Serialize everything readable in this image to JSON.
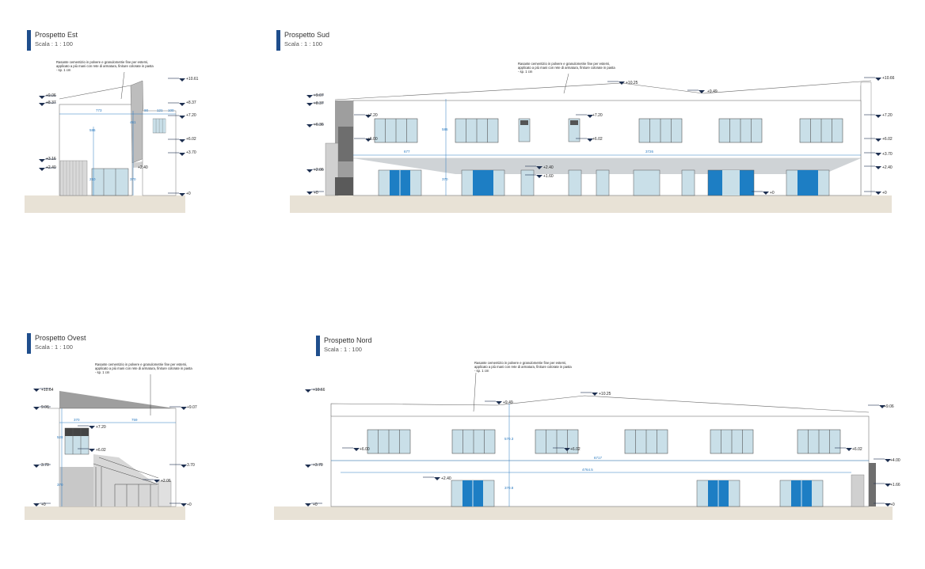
{
  "elevations": {
    "est": {
      "title": "Prospetto Est",
      "scale": "Scala :  1 : 100"
    },
    "sud": {
      "title": "Prospetto Sud",
      "scale": "Scala :  1 : 100"
    },
    "ovest": {
      "title": "Prospetto Ovest",
      "scale": "Scala :  1 : 100"
    },
    "nord": {
      "title": "Prospetto Nord",
      "scale": "Scala :  1 : 100"
    }
  },
  "finish_note": {
    "line1": "Rasante cementizio in polvere e granulometrie fine per esterni,",
    "line2": "applicato a più mani con rete di armatura, finiture colorate in pasta",
    "line3": "- sp. 1 cm"
  },
  "est_levels": {
    "l1": "+9.06",
    "l2": "+8.37",
    "l3": "+10.61",
    "l4": "+8.37",
    "l5": "+7.20",
    "l6": "+6.02",
    "l7": "+3.70",
    "l8": "+3.16",
    "l9": "+2.40",
    "l10": "+2.40",
    "l11": "+0"
  },
  "est_dims": {
    "d1": "773",
    "d2": "90",
    "d3": "121",
    "d4": "100",
    "d5": "586",
    "d6": "461",
    "d7": "210",
    "d8": "370"
  },
  "sud_levels": {
    "l1": "+9.07",
    "l2": "+8.37",
    "l3": "+10.25",
    "l4": "+9.49",
    "l5": "+10.66",
    "l6": "+6.36",
    "l7": "+7.20",
    "l8": "+6.00",
    "l9": "+7.20",
    "l10": "+6.02",
    "l11": "+7.20",
    "l12": "+6.02",
    "l13": "+3.70",
    "l14": "+2.06",
    "l15": "+2.40",
    "l16": "+1.60",
    "l17": "+2.40",
    "l18": "+0",
    "l19": "+0",
    "l20": "+0"
  },
  "sud_dims": {
    "d1": "677",
    "d2": "3726",
    "d3": "586",
    "d4": "370"
  },
  "ovest_levels": {
    "l1": "+10.64",
    "l2": "9.06",
    "l3": "+9.07",
    "l4": "+7.20",
    "l5": "+6.02",
    "l6": "3.70",
    "l7": "3.70",
    "l8": "+2.06",
    "l9": "+0",
    "l10": "+0"
  },
  "ovest_dims": {
    "d1": "370",
    "d2": "759",
    "d3": "528",
    "d4": "370"
  },
  "nord_levels": {
    "l1": "+10.66",
    "l2": "+9.49",
    "l3": "+10.25",
    "l4": "+9.06",
    "l5": "+6.00",
    "l6": "+6.02",
    "l7": "+6.02",
    "l8": "+3.70",
    "l9": "+4.00",
    "l10": "+2.40",
    "l11": "+1.66",
    "l12": "+0",
    "l13": "+0"
  },
  "nord_dims": {
    "d1": "6717",
    "d2": "4764.5",
    "d3": "570.3",
    "d4": "370.8"
  }
}
